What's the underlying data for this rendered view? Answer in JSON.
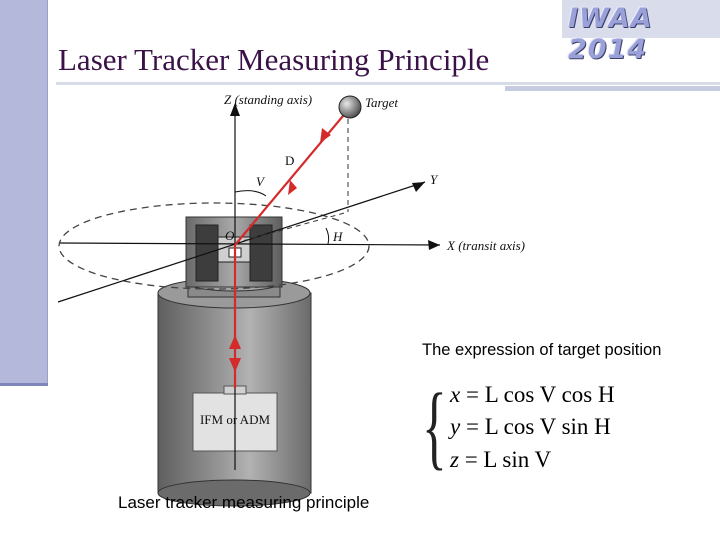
{
  "header": {
    "logo_text": "IWAA 2014",
    "title": "Laser Tracker Measuring Principle"
  },
  "diagram": {
    "z_axis_label": "Z (standing axis)",
    "target_label": "Target",
    "distance_label": "D",
    "vertical_angle_label": "V",
    "y_axis_label": "Y",
    "origin_label": "O",
    "horizontal_angle_label": "H",
    "x_axis_label": "X (transit axis)",
    "device_label": "IFM or ADM",
    "caption": "Laser tracker measuring principle"
  },
  "equations": {
    "label": "The expression of  target position",
    "lines": [
      {
        "lhs": "x",
        "rhs": "= L cos V cos H"
      },
      {
        "lhs": "y",
        "rhs": "= L cos V sin H"
      },
      {
        "lhs": "z",
        "rhs": "= L sin V"
      }
    ]
  },
  "colors": {
    "beam": "#d42a2a",
    "side_bar": "#b4b9dc",
    "title": "#3a1248",
    "logo": "#9aa1d8"
  }
}
